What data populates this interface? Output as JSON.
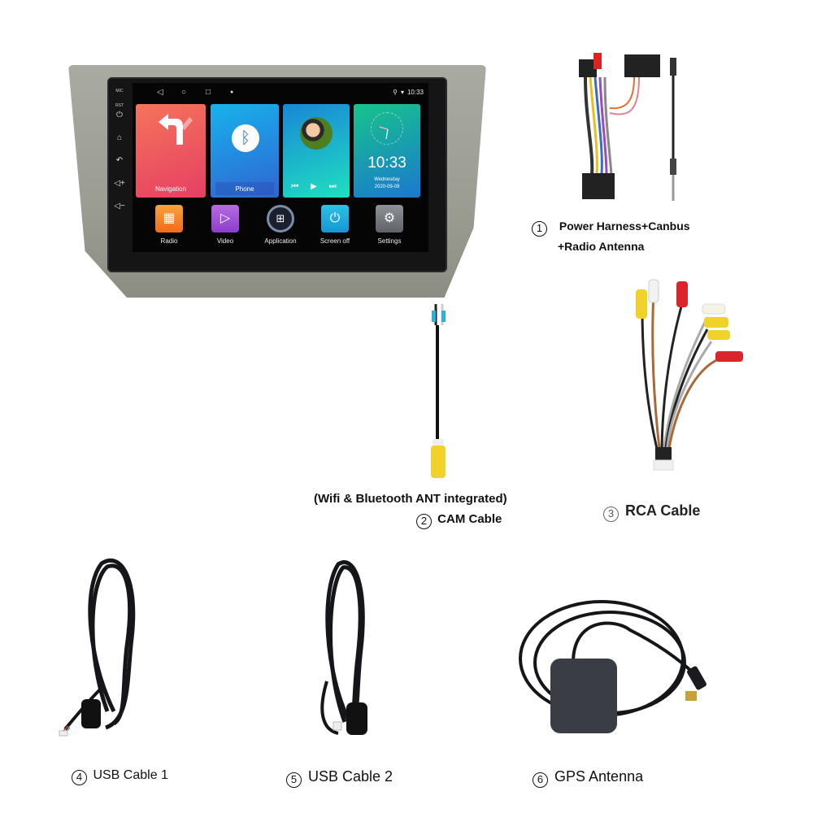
{
  "head_unit": {
    "side_keys": [
      "MIC",
      "RST",
      "power-icon",
      "home-icon",
      "back-icon",
      "volume-up-icon",
      "volume-down-icon"
    ],
    "side_key_labels": {
      "mic": "MIC",
      "rst": "RST"
    },
    "status_bar": {
      "nav_icons": [
        "back-triangle",
        "home-circle",
        "recents-square",
        "notification-dot"
      ],
      "time": "10:33"
    },
    "tiles": [
      {
        "label": "Navigation",
        "icon": "route-arrow-icon",
        "color_from": "#f5745a",
        "color_to": "#e63f63"
      },
      {
        "label": "Phone",
        "icon": "bluetooth-icon",
        "color_from": "#17b3ec",
        "color_to": "#3064d2"
      },
      {
        "label": "",
        "icon": "music-disc",
        "controls": [
          "⏮",
          "▶",
          "⏭"
        ],
        "color_from": "#1a86d6",
        "color_to": "#1ee0c0"
      },
      {
        "label": "",
        "icon": "analog-clock",
        "time": "10:33",
        "day": "Wednesday",
        "date": "2020-09-09",
        "color_from": "#17c48a",
        "color_to": "#1a78d0"
      }
    ],
    "dock": [
      {
        "label": "Radio",
        "icon": "radio-icon"
      },
      {
        "label": "Video",
        "icon": "video-icon"
      },
      {
        "label": "Application",
        "icon": "apps-grid-icon"
      },
      {
        "label": "Screen off",
        "icon": "power-icon"
      },
      {
        "label": "Settings",
        "icon": "settings-gear-icon"
      }
    ]
  },
  "accessories": [
    {
      "number": "1",
      "label_line1": "Power Harness+Canbus",
      "label_line2": "+Radio Antenna"
    },
    {
      "number": "2",
      "note": "(Wifi & Bluetooth ANT integrated)",
      "label": "CAM Cable"
    },
    {
      "number": "3",
      "label": "RCA Cable"
    },
    {
      "number": "4",
      "label": "USB Cable 1"
    },
    {
      "number": "5",
      "label": "USB Cable 2"
    },
    {
      "number": "6",
      "label": "GPS Antenna"
    }
  ]
}
